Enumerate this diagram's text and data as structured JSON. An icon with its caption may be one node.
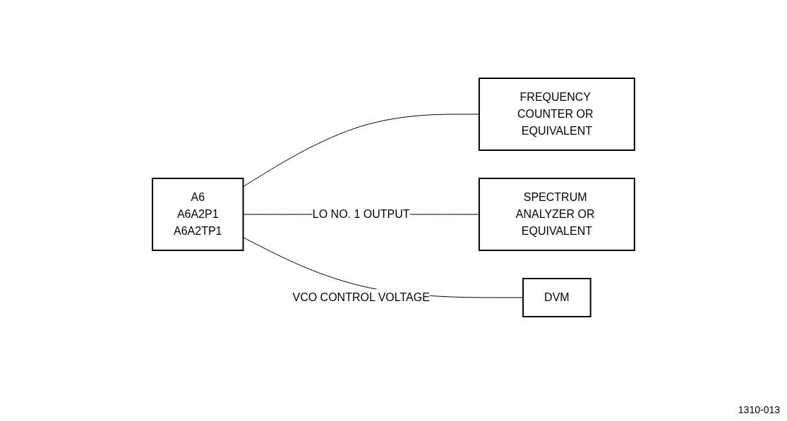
{
  "diagram": {
    "nodes": [
      {
        "text": [
          "A6",
          "A6A2P1",
          "A6A2TP1"
        ]
      },
      {
        "text": [
          "FREQUENCY COUNTER OR EQUIVALENT"
        ]
      },
      {
        "text": [
          "SPECTRUM ANALYZER OR EQUIVALENT"
        ]
      },
      {
        "text": [
          "DVM"
        ]
      }
    ],
    "edges": [
      {
        "from": 0,
        "to": 1,
        "arrow": "none"
      },
      {
        "from": 0,
        "to": 2,
        "arrow": "none",
        "label": "LO NO. 1 OUTPUT"
      },
      {
        "from": 0,
        "to": 3,
        "arrow": "none",
        "label": "VCO CONTROL VOLTAGE"
      }
    ],
    "labels": [
      "1310-013"
    ]
  }
}
